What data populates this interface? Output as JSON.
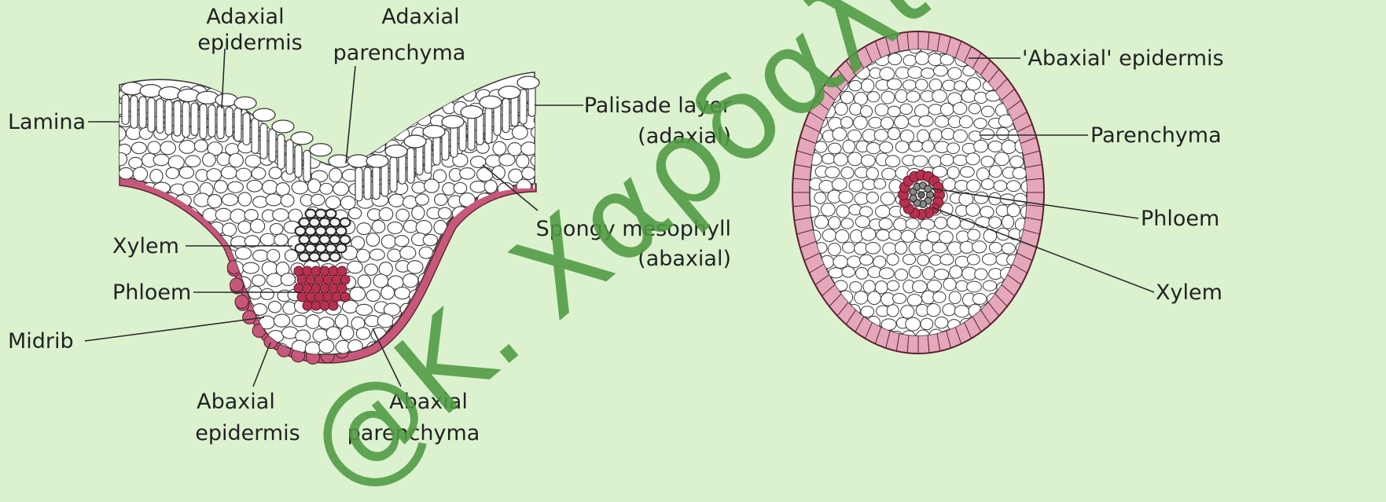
{
  "colors": {
    "background": "#dcf2cf",
    "epidermis": "#c8587a",
    "epidermis_band": "#e5a7ba",
    "cell_fill": "#ffffff",
    "cell_stroke": "#3a3a3a",
    "phloem": "#b83050",
    "xylem_fill": "#f2f2f2",
    "watermark": "#4e9a42"
  },
  "leaf_section": {
    "labels": {
      "adaxial_epidermis": [
        "Adaxial",
        "epidermis"
      ],
      "adaxial_parenchyma": [
        "Adaxial",
        "parenchyma"
      ],
      "lamina": "Lamina",
      "palisade_layer": [
        "Palisade layer",
        "(adaxial)"
      ],
      "spongy_mesophyll": [
        "Spongy mesophyll",
        "(abaxial)"
      ],
      "xylem": "Xylem",
      "phloem": "Phloem",
      "midrib": "Midrib",
      "abaxial_epidermis": [
        "Abaxial",
        "epidermis"
      ],
      "abaxial_parenchyma": [
        "Abaxial",
        "parenchyma"
      ]
    }
  },
  "petiole_section": {
    "labels": {
      "abaxial_epidermis": "'Abaxial' epidermis",
      "parenchyma": "Parenchyma",
      "phloem": "Phloem",
      "xylem": "Xylem"
    }
  },
  "watermark": "@K. Χαρδαλιu"
}
